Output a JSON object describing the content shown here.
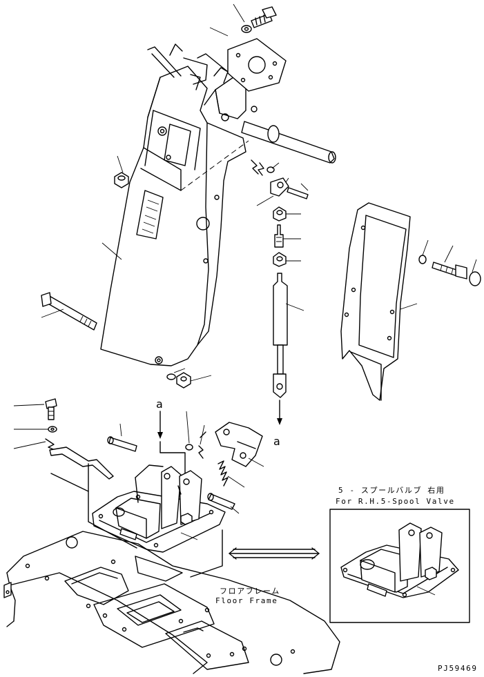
{
  "labels": {
    "callout_a_top": "a",
    "callout_a_right": "a",
    "spool_jp": "5 - スプールバルブ 右用",
    "spool_en": "For R.H.5-Spool Valve",
    "floor_jp": "フロアフレーム",
    "floor_en": "Floor Frame",
    "part_code": "PJ59469"
  }
}
